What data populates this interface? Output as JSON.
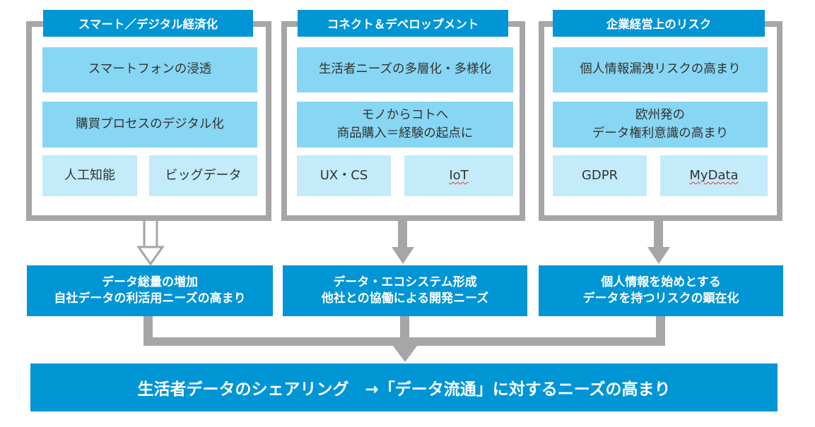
{
  "columns": [
    {
      "title": "スマート／デジタル経済化",
      "items": [
        "スマートフォンの浸透",
        "購買プロセスのデジタル化"
      ],
      "tags": [
        "人工知能",
        "ビッグデータ"
      ]
    },
    {
      "title": "コネクト＆デベロップメント",
      "items": [
        "生活者ニーズの多層化・多様化",
        "モノからコトへ\n商品購入＝経験の起点に"
      ],
      "tags": [
        "UX・CS",
        "IoT"
      ]
    },
    {
      "title": "企業経営上のリスク",
      "items": [
        "個人情報漏洩リスクの高まり",
        "欧州発の\nデータ権利意識の高まり"
      ],
      "tags": [
        "GDPR",
        "MyData"
      ]
    }
  ],
  "outcomes": [
    {
      "line1": "データ総量の増加",
      "line2": "自社データの利活用ニーズの高まり"
    },
    {
      "line1": "データ・エコシステム形成",
      "line2": "他社との協働による開発ニーズ"
    },
    {
      "line1": "個人情報を始めとする",
      "line2": "データを持つリスクの顕在化"
    }
  ],
  "conclusion": "生活者データのシェアリング　→「データ流通」に対するニーズの高まり",
  "colors": {
    "accent": "#0095d5",
    "frame": "#a6a6a6",
    "item_bg": "#87d6f3",
    "tag_bg": "#c3ebfa"
  }
}
